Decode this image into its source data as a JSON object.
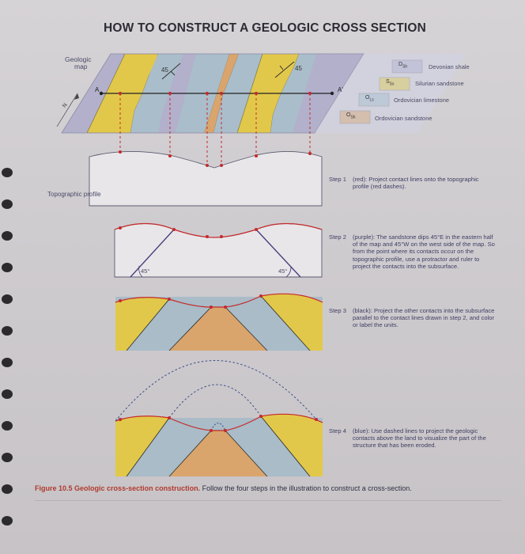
{
  "title": "HOW TO CONSTRUCT A GEOLOGIC CROSS SECTION",
  "map": {
    "label_line1": "Geologic",
    "label_line2": "map",
    "point_a": "A",
    "point_a_prime": "A'",
    "north": "N",
    "dip_left": "45",
    "dip_right": "45"
  },
  "legend": [
    {
      "symbol": "D",
      "sub": "Sh",
      "label": "Devonian shale",
      "color": "#b1aec9"
    },
    {
      "symbol": "S",
      "sub": "Ss",
      "label": "Silurian sandstone",
      "color": "#e3c94a"
    },
    {
      "symbol": "O",
      "sub": "Ls",
      "label": "Ordovician limestone",
      "color": "#a9bcc8"
    },
    {
      "symbol": "O",
      "sub": "Sh",
      "label": "Ordovician sandstone",
      "color": "#d9a46c"
    }
  ],
  "profile_label": "Topographic profile",
  "angles": {
    "left": "45°",
    "right": "45°"
  },
  "steps": [
    {
      "num": "Step 1",
      "text": "(red): Project contact lines onto the topographic profile (red dashes)."
    },
    {
      "num": "Step 2",
      "text": "(purple): The sandstone dips 45°E in the eastern half of the map and 45°W on the west side of the map. So from the point where its contacts occur on the topographic profile, use a protractor and ruler to project the contacts into the subsurface."
    },
    {
      "num": "Step 3",
      "text": "(black): Project the other contacts into the subsurface parallel to the contact lines drawn in step 2, and color or label the units."
    },
    {
      "num": "Step 4",
      "text": "(blue): Use dashed lines to project the geologic contacts above the land to visualize the part of the structure that has been eroded."
    }
  ],
  "caption": {
    "figure": "Figure 10.5",
    "heading": "Geologic cross-section construction.",
    "text": "Follow the four steps in the illustration to construct a cross-section."
  }
}
